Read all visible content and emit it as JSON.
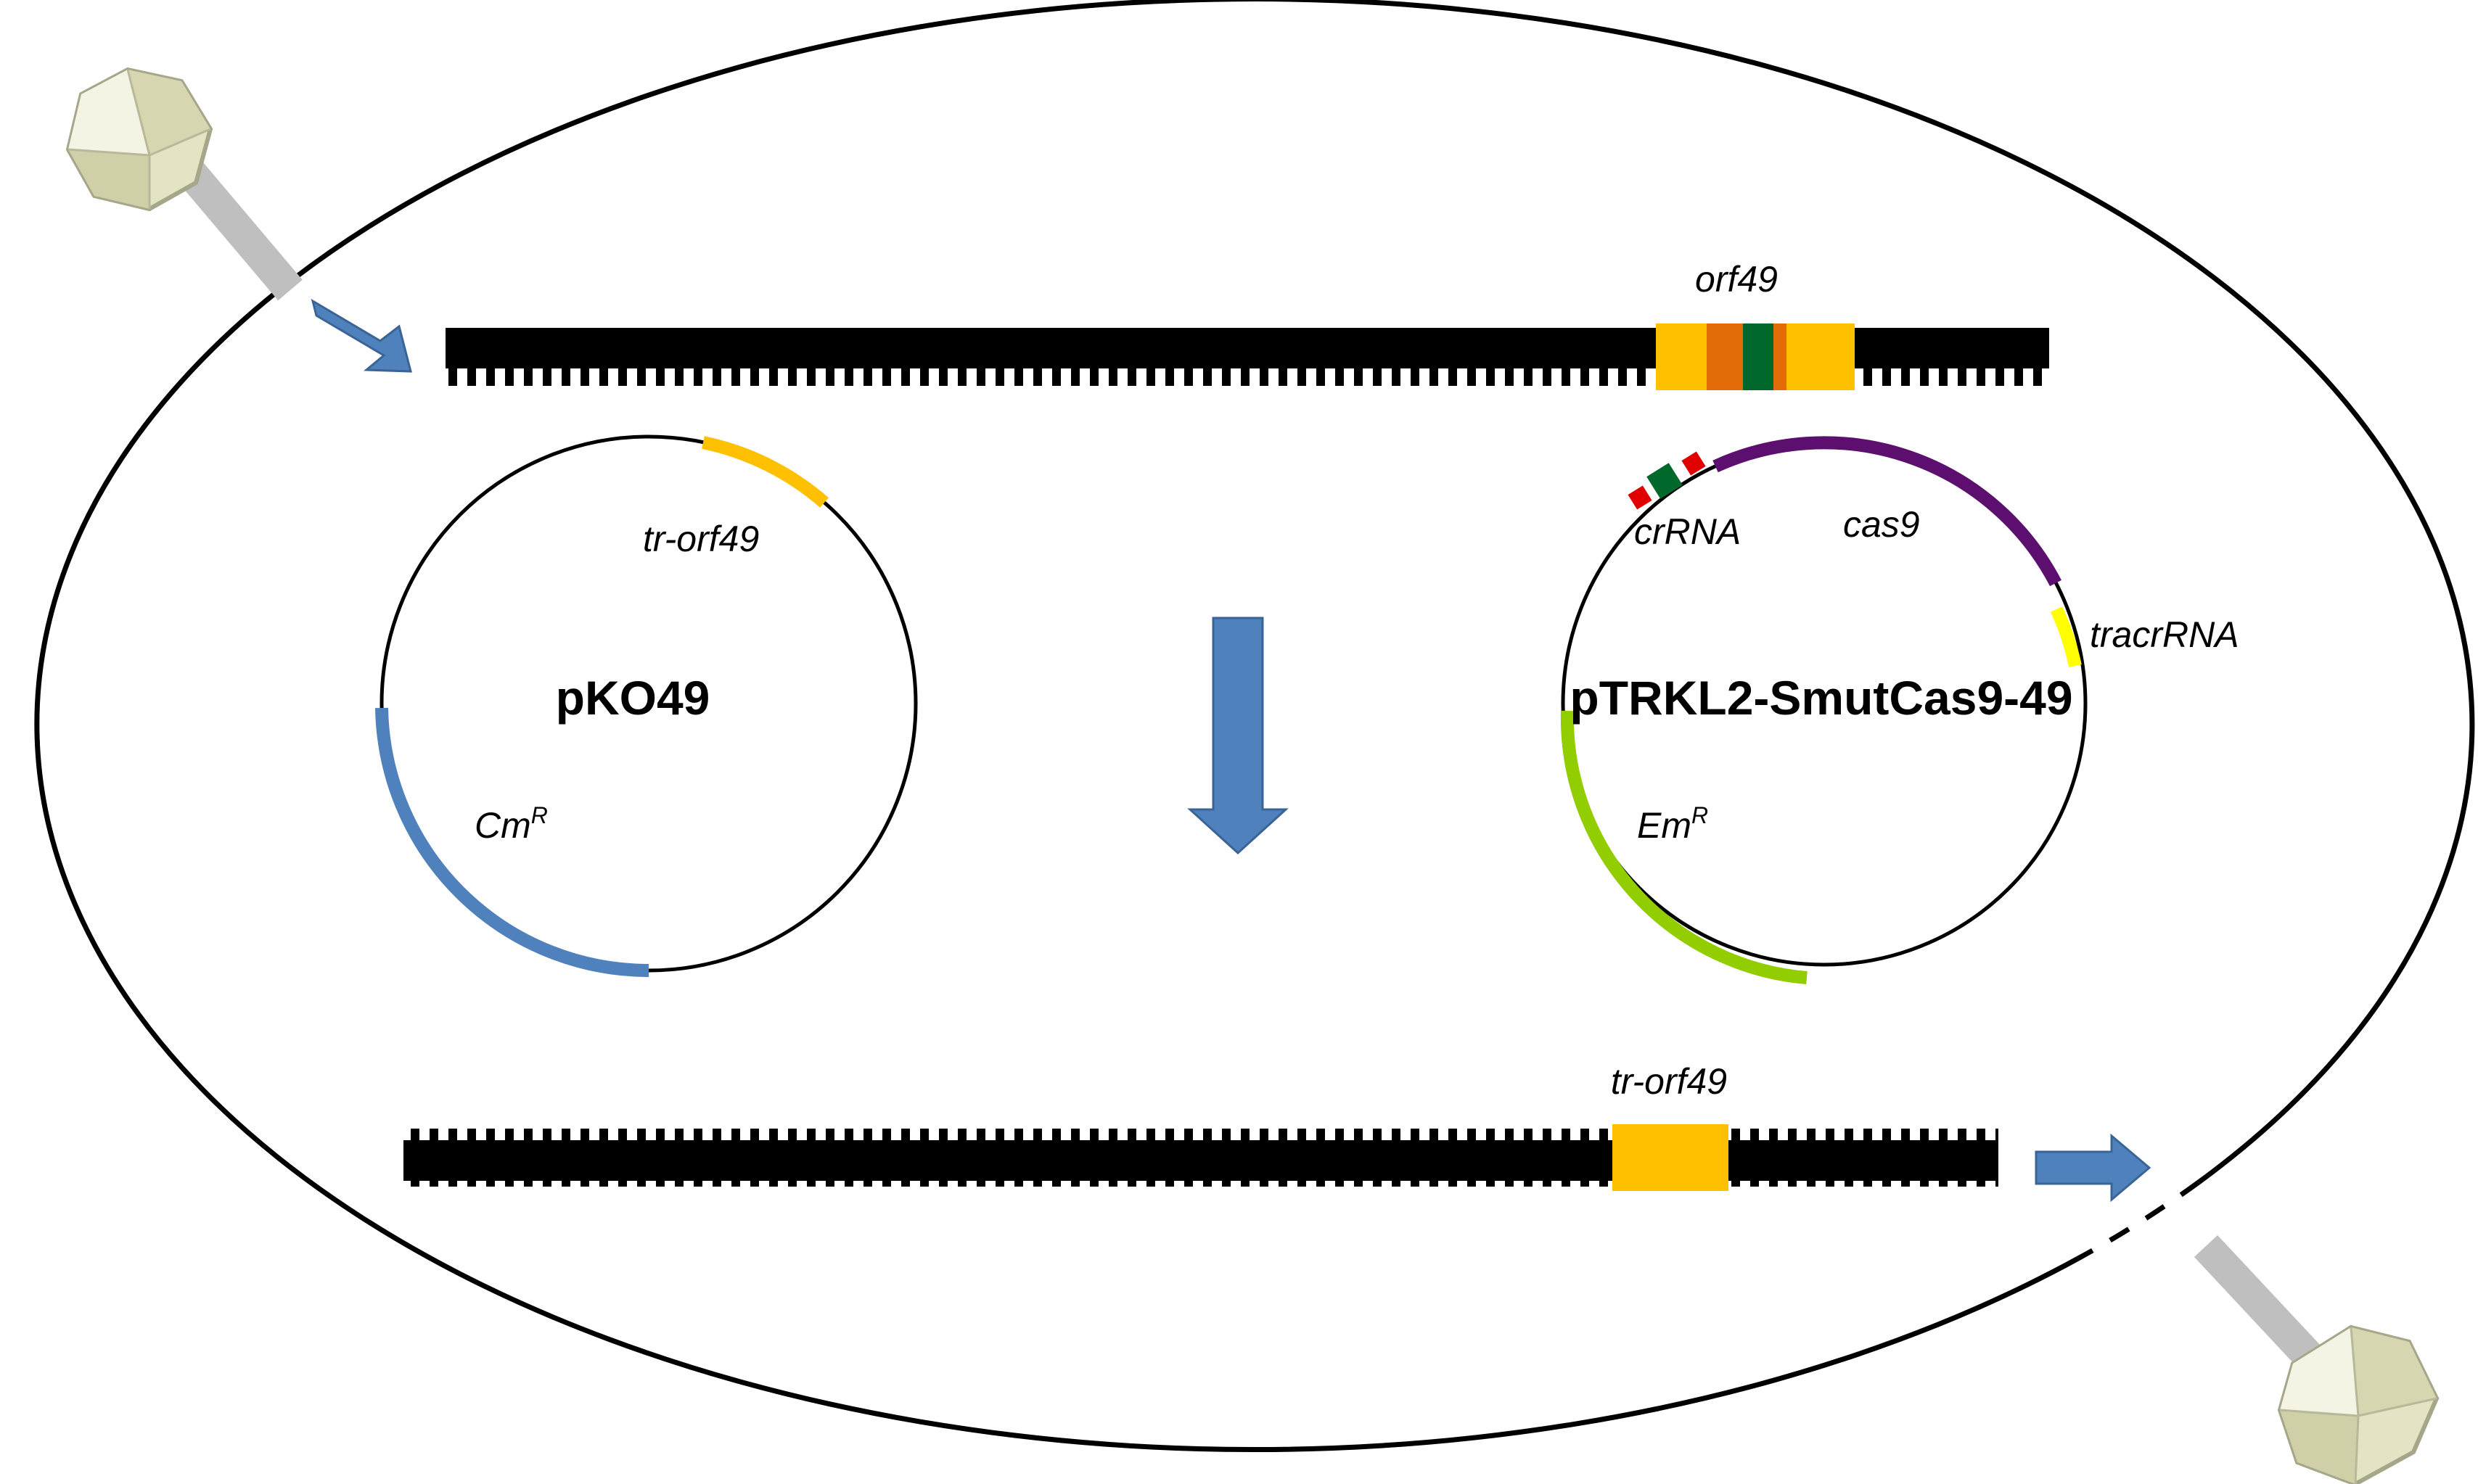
{
  "chromosome_top": {
    "gene_label": "orf49"
  },
  "chromosome_bottom": {
    "gene_label": "tr-orf49"
  },
  "plasmid_left": {
    "name": "pKO49",
    "insert_label": "tr-orf49",
    "marker_label": "Cm",
    "marker_superscript": "R"
  },
  "plasmid_right": {
    "name": "pTRKL2-SmutCas9-49",
    "crrna_label": "crRNA",
    "cas9_label": "cas9",
    "tracrrna_label": "tracrRNA",
    "marker_label": "Em",
    "marker_superscript": "R"
  },
  "colors": {
    "orf_yellow": "#FFC000",
    "orf_orange": "#E36C09",
    "crrna_green": "#00682B",
    "repeat_red": "#E00000",
    "cas9_purple": "#5C0F6E",
    "tracrrna_yellow": "#FFFF00",
    "em_green": "#92CD00",
    "cm_blue": "#4F81BD",
    "arrow_blue": "#4F81BD",
    "phage_head": "#E4E4C4",
    "phage_tail": "#BFBFBF"
  },
  "icons": [
    "phage-icon",
    "down-arrow",
    "right-arrow"
  ]
}
